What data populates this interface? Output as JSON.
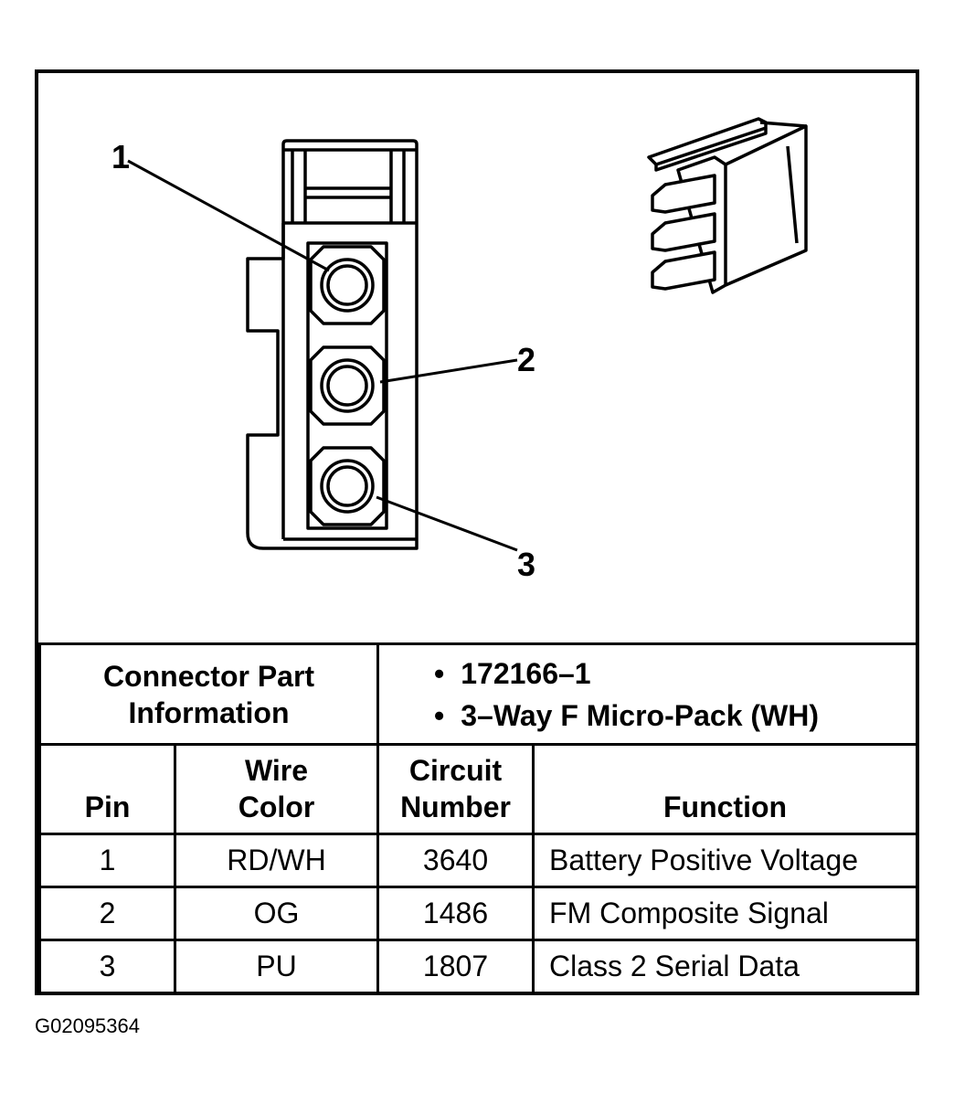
{
  "callouts": [
    "1",
    "2",
    "3"
  ],
  "connector_info": {
    "label_line1": "Connector Part",
    "label_line2": "Information",
    "items": [
      "172166–1",
      "3–Way F Micro-Pack (WH)"
    ]
  },
  "columns": {
    "pin": "Pin",
    "wire_color_1": "Wire",
    "wire_color_2": "Color",
    "circuit_1": "Circuit",
    "circuit_2": "Number",
    "function": "Function"
  },
  "rows": [
    {
      "pin": "1",
      "wire_color": "RD/WH",
      "circuit": "3640",
      "function": "Battery Positive Voltage"
    },
    {
      "pin": "2",
      "wire_color": "OG",
      "circuit": "1486",
      "function": "FM Composite Signal"
    },
    {
      "pin": "3",
      "wire_color": "PU",
      "circuit": "1807",
      "function": "Class 2 Serial Data"
    }
  ],
  "figure_id": "G02095364"
}
